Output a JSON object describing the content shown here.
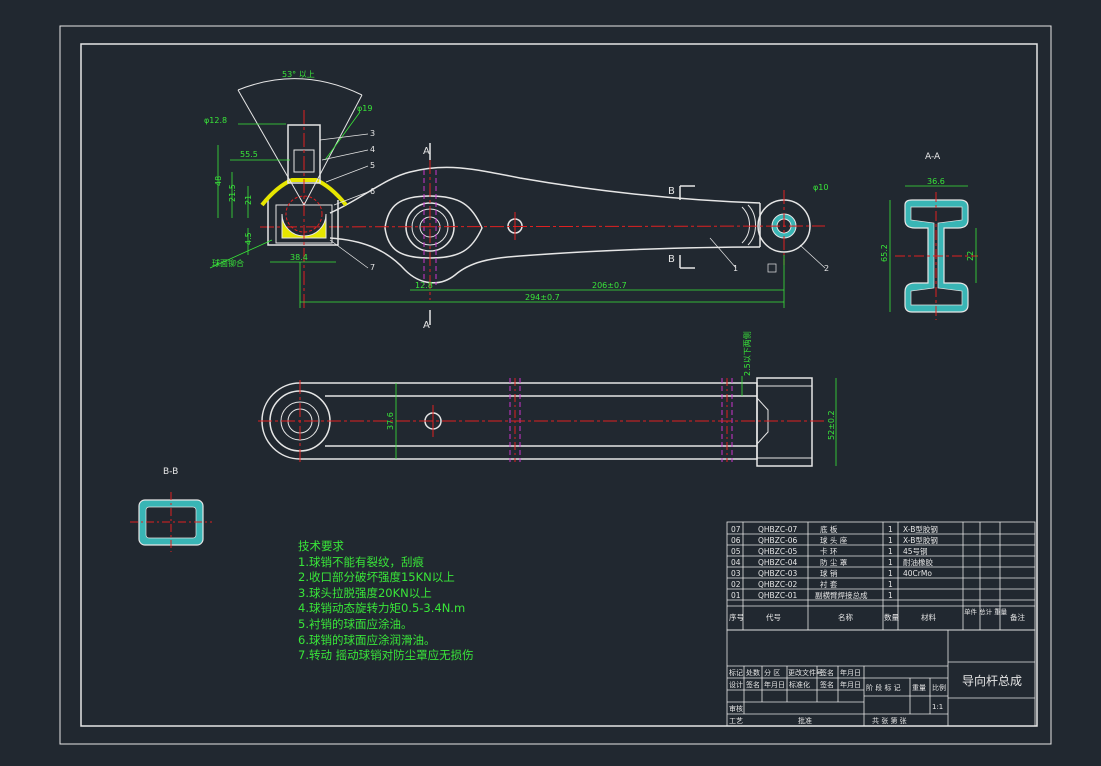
{
  "colors": {
    "background": "#212830",
    "outline": "#e6e6e6",
    "dimension": "#39e639",
    "centerline": "#e02020",
    "hidden": "#cc33cc",
    "section_fill": "#39b5b5",
    "ball_fill": "#e6e600",
    "annotation_red": "#ff3030"
  },
  "labels": {
    "angle": "53° 以上",
    "phi12": "φ12.8",
    "phi19": "φ19",
    "phi10": "φ10",
    "d555": "55.5",
    "d48": "48",
    "d215": "21.5",
    "d21": "21",
    "d45": "4.5",
    "d384": "38.4",
    "d128": "12.8",
    "d206": "206±0.7",
    "d294": "294±0.7",
    "d366": "36.6",
    "d652": "65.2",
    "d22": "22",
    "d376": "37.6",
    "d52": "52±0.2",
    "press": "2.5以下两侧",
    "seal": "球面铆合",
    "balloons": [
      "3",
      "4",
      "5",
      "6",
      "7",
      "1",
      "2"
    ],
    "sec_a": "A",
    "sec_b": "B",
    "view_aa": "A-A",
    "view_bb": "B-B"
  },
  "tech": {
    "title": "技术要求",
    "items": [
      "1.球销不能有裂纹，刮痕",
      "2.收口部分破坏强度15KN以上",
      "3.球头拉脱强度20KN以上",
      "4.球销动态旋转力矩0.5-3.4N.m",
      "5.衬销的球面应涂油。",
      "6.球销的球面应涂润滑油。",
      "7.转动 摇动球销对防尘罩应无损伤"
    ]
  },
  "bom": {
    "rows": [
      {
        "no": "07",
        "code": "QHBZC-07",
        "name": "底 板",
        "qty": "1",
        "material": "X-B型胶钢",
        "weight": "",
        "note": ""
      },
      {
        "no": "06",
        "code": "QHBZC-06",
        "name": "球 头 座",
        "qty": "1",
        "material": "X-B型胶钢",
        "weight": "",
        "note": ""
      },
      {
        "no": "05",
        "code": "QHBZC-05",
        "name": "卡 环",
        "qty": "1",
        "material": "45号钢",
        "weight": "",
        "note": ""
      },
      {
        "no": "04",
        "code": "QHBZC-04",
        "name": "防 尘 罩",
        "qty": "1",
        "material": "耐油橡胶",
        "weight": "",
        "note": ""
      },
      {
        "no": "03",
        "code": "QHBZC-03",
        "name": "球 销",
        "qty": "1",
        "material": "40CrMo",
        "weight": "",
        "note": ""
      },
      {
        "no": "02",
        "code": "QHBZC-02",
        "name": "衬 套",
        "qty": "1",
        "material": "",
        "weight": "",
        "note": ""
      },
      {
        "no": "01",
        "code": "QHBZC-01",
        "name": "副横臂焊接总成",
        "qty": "1",
        "material": "",
        "weight": "",
        "note": ""
      }
    ],
    "header": {
      "no": "序号",
      "code": "代号",
      "name": "名称",
      "qty": "数量",
      "material": "材料",
      "weight": "单件 总计 重量",
      "note": "备注"
    }
  },
  "title_block": {
    "drawing_title": "导向杆总成",
    "scale_label": "比例",
    "scale": "1:1",
    "mark": "标记",
    "count": "处数",
    "zone": "分 区",
    "change_doc": "更改文件号",
    "sign": "签名",
    "date": "年月日",
    "design": "设计",
    "standard": "标准化",
    "stage_mark": "阶 段 标 记",
    "weight": "重量",
    "review": "审核",
    "process": "工艺",
    "approve": "批准",
    "sheets": "共 张 第 张"
  }
}
